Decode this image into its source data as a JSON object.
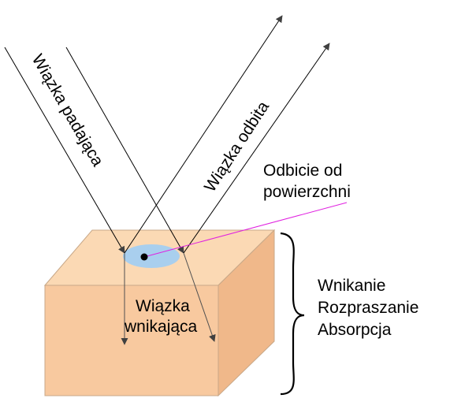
{
  "labels": {
    "incident_beam": "Wiązka padająca",
    "reflected_beam": "Wiązka odbita",
    "surface_reflection_line1": "Odbicie od",
    "surface_reflection_line2": "powierzchni",
    "penetrating_beam_line1": "Wiązka",
    "penetrating_beam_line2": "wnikająca",
    "processes": [
      "Wnikanie",
      "Rozpraszanie",
      "Absorpcja"
    ]
  },
  "colors": {
    "block_top": "#fbd9b4",
    "block_front": "#f8c99f",
    "block_side": "#f0b88a",
    "spot": "#a9cfee",
    "pointer_line": "#e020e0",
    "arrows": "#000000",
    "arrowheads": "#404040"
  }
}
